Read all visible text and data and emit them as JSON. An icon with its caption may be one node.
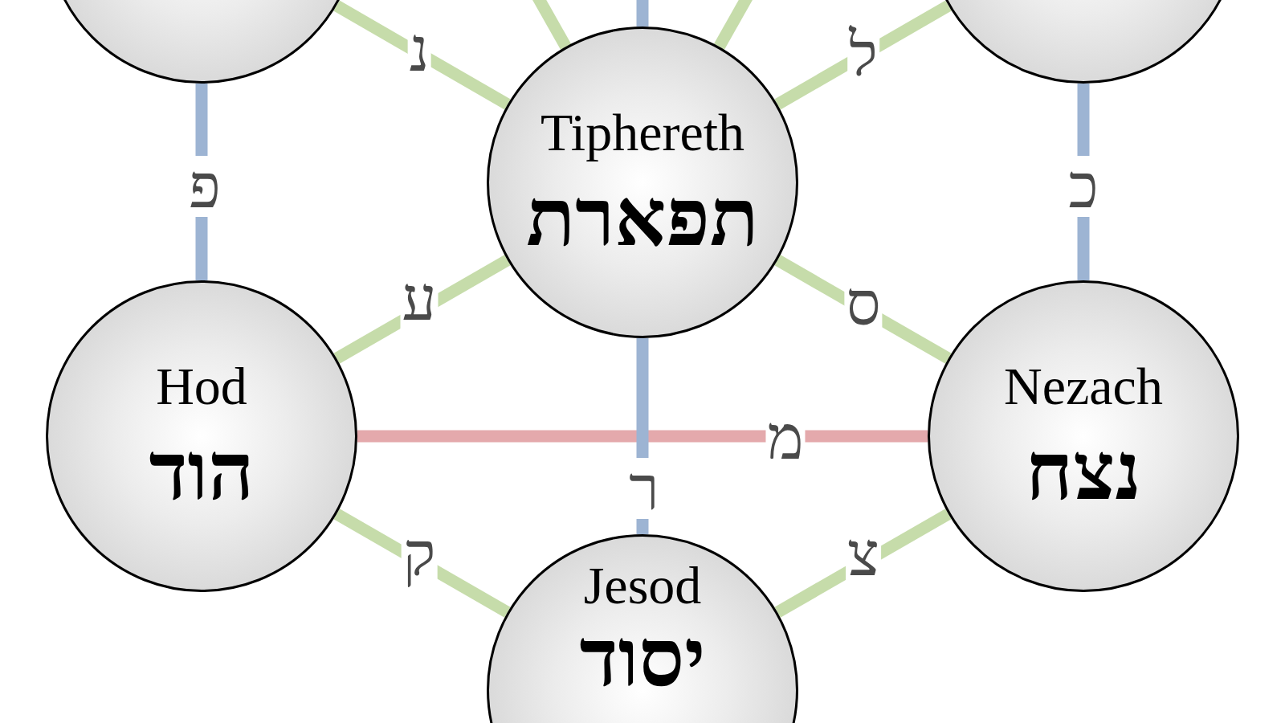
{
  "diagram": {
    "nodes": [
      {
        "text": [],
        "shape": "circle"
      },
      {
        "text": [],
        "shape": "circle"
      },
      {
        "text": [
          "Tiphereth",
          "תפארת"
        ]
      },
      {
        "text": [
          "Hod",
          "הוד"
        ]
      },
      {
        "text": [
          "Nezach",
          "נצח"
        ]
      },
      {
        "text": [
          "Jesod",
          "יסוד"
        ]
      }
    ],
    "edges": [
      {
        "from": 0,
        "to": 2,
        "arrow": "none",
        "label": "נ"
      },
      {
        "from": null,
        "to": 2,
        "arrow": "none"
      },
      {
        "from": null,
        "to": 2,
        "arrow": "none",
        "color": "#9db4d3"
      },
      {
        "from": null,
        "to": 2,
        "arrow": "none"
      },
      {
        "from": 1,
        "to": 2,
        "arrow": "none",
        "label": "ל"
      },
      {
        "from": 0,
        "to": 3,
        "arrow": "none",
        "label": "פ",
        "color": "#9db4d3"
      },
      {
        "from": 1,
        "to": 4,
        "arrow": "none",
        "label": "כ",
        "color": "#9db4d3"
      },
      {
        "from": 2,
        "to": 3,
        "arrow": "none",
        "label": "ע"
      },
      {
        "from": 2,
        "to": 4,
        "arrow": "none",
        "label": "ס"
      },
      {
        "from": 3,
        "to": 4,
        "arrow": "none",
        "label": "מ",
        "color": "#e4a9ac"
      },
      {
        "from": 2,
        "to": 5,
        "arrow": "none",
        "label": "ר",
        "color": "#9db4d3"
      },
      {
        "from": 3,
        "to": 5,
        "arrow": "none",
        "label": "ק"
      },
      {
        "from": 4,
        "to": 5,
        "arrow": "none",
        "label": "צ"
      }
    ]
  }
}
